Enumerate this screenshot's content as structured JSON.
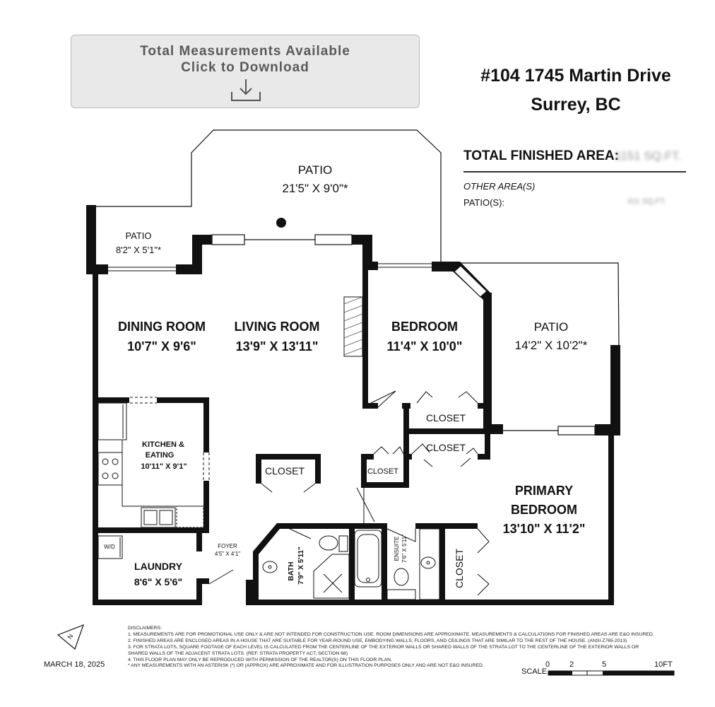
{
  "download_button": {
    "line1": "Total Measurements Available",
    "line2": "Click to Download",
    "icon": "download-icon"
  },
  "address": {
    "line1": "#104 1745 Martin Drive",
    "line2": "Surrey, BC"
  },
  "area_summary": {
    "title": "TOTAL FINISHED AREA:",
    "total_value_blurred": "1151 SQ.FT.",
    "other_area_label": "OTHER AREA(S)",
    "patio_label": "PATIO(S):",
    "patio_value_blurred": "411 SQ.FT."
  },
  "rooms": {
    "patio_top": {
      "name": "PATIO",
      "dim": "21'5\" X 9'0\"*"
    },
    "patio_small": {
      "name": "PATIO",
      "dim": "8'2\" X 5'1\"*"
    },
    "dining": {
      "name": "DINING ROOM",
      "dim": "10'7\" X 9'6\""
    },
    "living": {
      "name": "LIVING ROOM",
      "dim": "13'9\" X 13'11\""
    },
    "bedroom": {
      "name": "BEDROOM",
      "dim": "11'4\" X 10'0\""
    },
    "patio_right": {
      "name": "PATIO",
      "dim": "14'2\" X 10'2\"*"
    },
    "kitchen": {
      "name1": "KITCHEN &",
      "name2": "EATING",
      "dim": "10'11\" X 9'1\""
    },
    "closet_bed": "CLOSET",
    "closet_primary": "CLOSET",
    "closet_center": "CLOSET",
    "closet_small": "CLOSET",
    "closet_primary_vertical": "CLOSET",
    "primary": {
      "name1": "PRIMARY",
      "name2": "BEDROOM",
      "dim": "13'10\" X 11'2\""
    },
    "laundry": {
      "name": "LAUNDRY",
      "dim": "8'6\" X 5'6\""
    },
    "wd": "W/D",
    "foyer": {
      "name": "FOYER",
      "dim": "4'5\" X 4'1\""
    },
    "bath": {
      "name": "BATH",
      "dim": "7'9\" X 5'11\""
    },
    "ensuite": {
      "name": "ENSUITE",
      "dim": "7'6\" X 5'11\""
    }
  },
  "compass": {
    "label": "N",
    "icon": "north-arrow-icon"
  },
  "disclaimers": {
    "title": "DISCLAIMERS:",
    "lines": [
      "1. MEASUREMENTS ARE FOR PROMOTIONAL USE ONLY & ARE NOT INTENDED FOR CONSTRUCTION USE. ROOM DIMENSIONS ARE APPROXIMATE. MEASUREMENTS & CALCULATIONS FOR FINISHED AREAS ARE E&O INSURED.",
      "2. FINISHED AREAS ARE ENCLOSED AREAS IN A HOUSE THAT ARE SUITABLE FOR YEAR-ROUND USE, EMBODYING WALLS, FLOORS, AND CEILINGS THAT ARE SIMILAR TO THE REST OF THE HOUSE. (ANSI Z765-2013)",
      "3. FOR STRATA LOTS, SQUARE FOOTAGE OF EACH LEVEL IS CALCULATED FROM THE CENTERLINE OF THE EXTERIOR WALLS OR SHARED WALLS OF THE STRATA LOT TO THE CENTERLINE OF THE EXTERIOR WALLS OR",
      "SHARED WALLS OF THE ADJACENT STRATA LOTS. (REF. STRATA PROPERTY ACT, SECTION 68)",
      "4. THIS FLOOR PLAN MAY ONLY BE REPRODUCED WITH PERMISSION OF THE REALTOR(S) ON THIS FLOOR PLAN.",
      "* ANY MEASUREMENTS WITH AN ASTERISK (*) OR (APPROX) ARE APPROXIMATE AND FOR ILLUSTRATION PURPOSES ONLY AND ARE NOT E&O INSURED."
    ]
  },
  "date": "MARCH 18, 2025",
  "scale": {
    "label": "SCALE",
    "ticks": [
      "0",
      "2",
      "5",
      "10FT"
    ]
  }
}
